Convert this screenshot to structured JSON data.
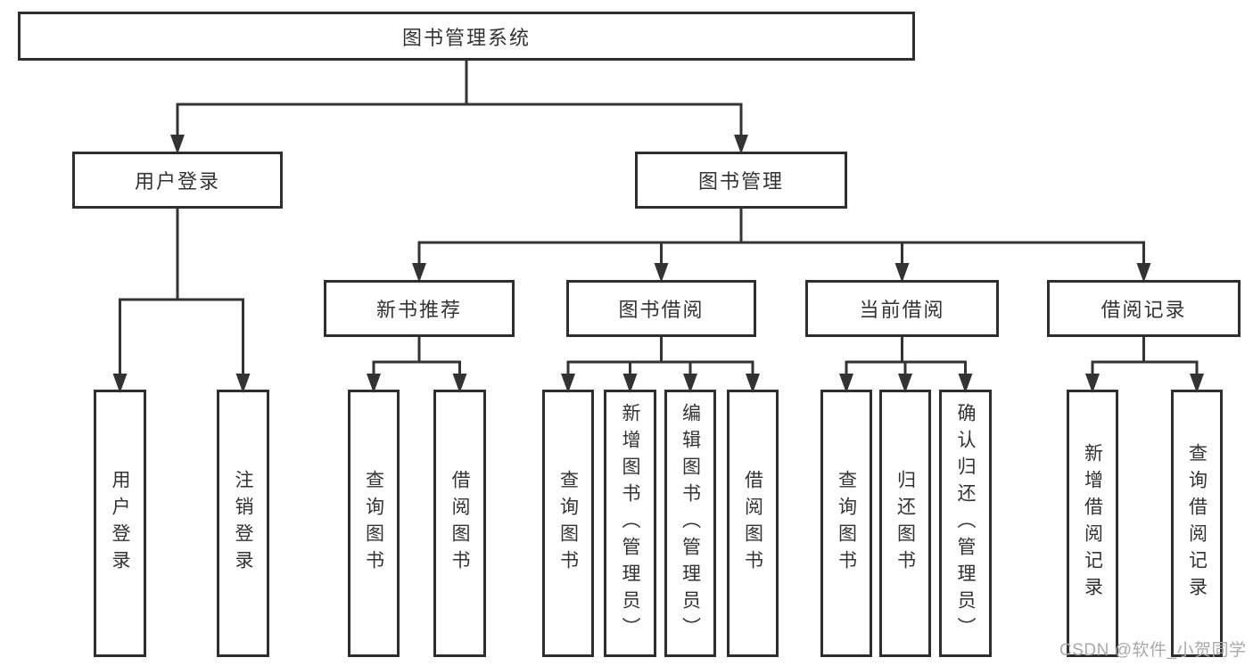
{
  "tree": {
    "label": "图书管理系统",
    "children": [
      {
        "label": "用户登录",
        "children": [
          {
            "label": "用户登录"
          },
          {
            "label": "注销登录"
          }
        ]
      },
      {
        "label": "图书管理",
        "children": [
          {
            "label": "新书推荐",
            "children": [
              {
                "label": "查询图书"
              },
              {
                "label": "借阅图书"
              }
            ]
          },
          {
            "label": "图书借阅",
            "children": [
              {
                "label": "查询图书"
              },
              {
                "label": "新增图书（管理员）"
              },
              {
                "label": "编辑图书（管理员）"
              },
              {
                "label": "借阅图书"
              }
            ]
          },
          {
            "label": "当前借阅",
            "children": [
              {
                "label": "查询图书"
              },
              {
                "label": "归还图书"
              },
              {
                "label": "确认归还（管理员）"
              }
            ]
          },
          {
            "label": "借阅记录",
            "children": [
              {
                "label": "新增借阅记录"
              },
              {
                "label": "查询借阅记录"
              }
            ]
          }
        ]
      }
    ]
  },
  "watermark": "CSDN @软件_小贺同学",
  "colors": {
    "line": "#333333",
    "border": "#2e2e2e",
    "text": "#333333",
    "watermark_text": "#a9a9a9",
    "background": "#ffffff"
  }
}
